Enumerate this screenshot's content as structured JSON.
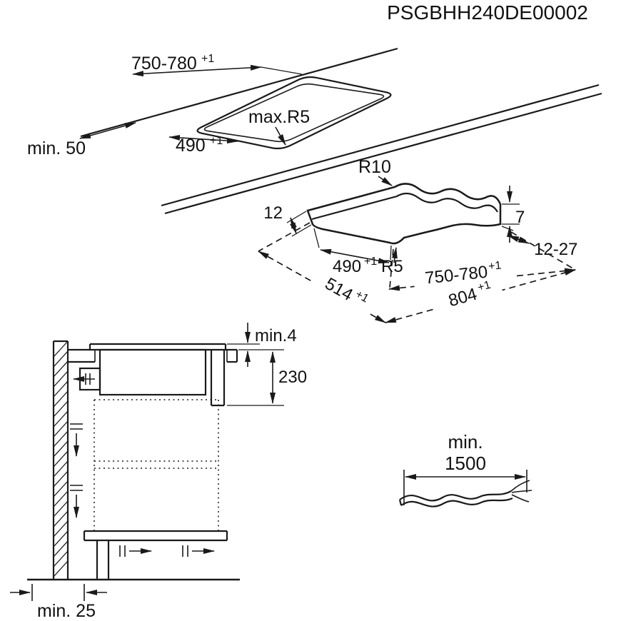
{
  "title": "PSGBHH240DE00002",
  "line_color": "#1a1a1a",
  "cutout": {
    "width": "750-780",
    "width_sup": "+1",
    "edge_min": "min. 50",
    "depth": "490",
    "depth_sup": "+1",
    "corner_radius": "max.R5"
  },
  "hob": {
    "corner_radius_outer": "R10",
    "thickness_left": "12",
    "thickness_right": "7",
    "depth": "490",
    "depth_sup": "+1",
    "corner_radius_inner": "R5",
    "width": "750-780",
    "width_sup": "+1",
    "overhang": "12-27",
    "total_depth": "514",
    "total_depth_sup": "+1",
    "total_width": "804",
    "total_width_sup": "+1"
  },
  "section": {
    "gap_top": "min.4",
    "built_in_depth": "230",
    "rear_gap": "min. 25"
  },
  "cable": {
    "label_min": "min.",
    "label_length": "1500"
  }
}
